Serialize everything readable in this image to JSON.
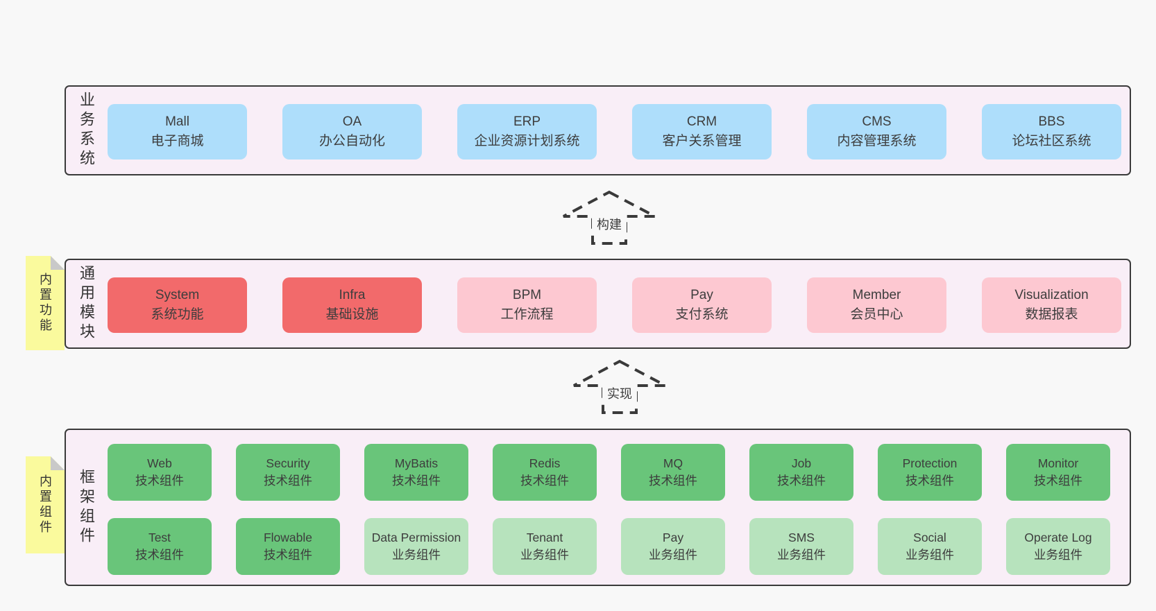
{
  "colors": {
    "page_bg": "#f8f8f8",
    "layer_bg": "#f9eef7",
    "border": "#3a3a3a",
    "text": "#3d3d3d",
    "blue": "#aedefb",
    "red": "#f26a6b",
    "pink": "#fdc8d1",
    "green_dark": "#69c57a",
    "green_light": "#b7e3bd",
    "sticky_yellow": "#fafa9d",
    "fold_gray": "#c9c9c9"
  },
  "arrows": [
    {
      "label": "构建"
    },
    {
      "label": "实现"
    }
  ],
  "layers": [
    {
      "side_label": "业务系统",
      "boxes": [
        {
          "title": "Mall",
          "subtitle": "电子商城"
        },
        {
          "title": "OA",
          "subtitle": "办公自动化"
        },
        {
          "title": "ERP",
          "subtitle": "企业资源计划系统"
        },
        {
          "title": "CRM",
          "subtitle": "客户关系管理"
        },
        {
          "title": "CMS",
          "subtitle": "内容管理系统"
        },
        {
          "title": "BBS",
          "subtitle": "论坛社区系统"
        }
      ]
    },
    {
      "side_label": "通用模块",
      "sticky": "内置功能",
      "boxes": [
        {
          "title": "System",
          "subtitle": "系统功能"
        },
        {
          "title": "Infra",
          "subtitle": "基础设施"
        },
        {
          "title": "BPM",
          "subtitle": "工作流程"
        },
        {
          "title": "Pay",
          "subtitle": "支付系统"
        },
        {
          "title": "Member",
          "subtitle": "会员中心"
        },
        {
          "title": "Visualization",
          "subtitle": "数据报表"
        }
      ]
    },
    {
      "side_label": "框架组件",
      "sticky": "内置组件",
      "rows": [
        [
          {
            "title": "Web",
            "subtitle": "技术组件"
          },
          {
            "title": "Security",
            "subtitle": "技术组件"
          },
          {
            "title": "MyBatis",
            "subtitle": "技术组件"
          },
          {
            "title": "Redis",
            "subtitle": "技术组件"
          },
          {
            "title": "MQ",
            "subtitle": "技术组件"
          },
          {
            "title": "Job",
            "subtitle": "技术组件"
          },
          {
            "title": "Protection",
            "subtitle": "技术组件"
          },
          {
            "title": "Monitor",
            "subtitle": "技术组件"
          }
        ],
        [
          {
            "title": "Test",
            "subtitle": "技术组件"
          },
          {
            "title": "Flowable",
            "subtitle": "技术组件"
          },
          {
            "title": "Data Permission",
            "subtitle": "业务组件"
          },
          {
            "title": "Tenant",
            "subtitle": "业务组件"
          },
          {
            "title": "Pay",
            "subtitle": "业务组件"
          },
          {
            "title": "SMS",
            "subtitle": "业务组件"
          },
          {
            "title": "Social",
            "subtitle": "业务组件"
          },
          {
            "title": "Operate Log",
            "subtitle": "业务组件"
          }
        ]
      ]
    }
  ]
}
